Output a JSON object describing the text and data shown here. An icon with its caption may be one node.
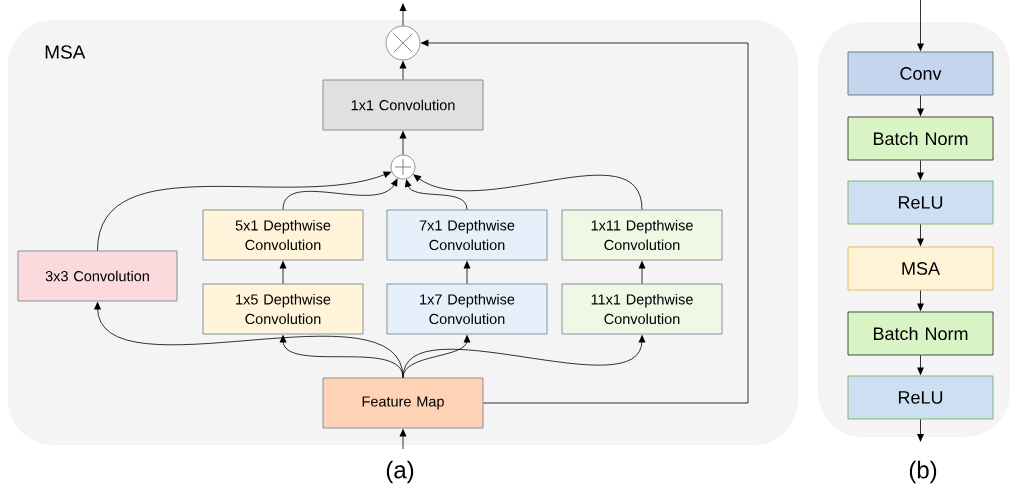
{
  "diagram": {
    "nodes": [
      {
        "text": [
          "MSA"
        ]
      },
      {
        "text": [],
        "shape": "circle",
        "in": 0
      },
      {
        "text": [
          "1x1 Convolution"
        ],
        "in": 0
      },
      {
        "text": [],
        "shape": "circle",
        "in": 0
      },
      {
        "text": [
          "3x3 Convolution"
        ],
        "in": 0
      },
      {
        "text": [
          "5x1 Depthwise Convolution"
        ],
        "in": 0
      },
      {
        "text": [
          "7x1 Depthwise Convolution"
        ],
        "in": 0
      },
      {
        "text": [
          "1x11 Depthwise Convolution"
        ],
        "in": 0
      },
      {
        "text": [
          "1x5 Depthwise Convolution"
        ],
        "in": 0
      },
      {
        "text": [
          "1x7 Depthwise Convolution"
        ],
        "in": 0
      },
      {
        "text": [
          "11x1 Depthwise Convolution"
        ],
        "in": 0
      },
      {
        "text": [
          "Feature Map"
        ],
        "in": 0
      },
      {
        "text": [],
        "shape": "box"
      },
      {
        "text": [
          "Conv"
        ],
        "in": 12
      },
      {
        "text": [
          "Batch Norm"
        ],
        "in": 12
      },
      {
        "text": [
          "ReLU"
        ],
        "in": 12
      },
      {
        "text": [
          "MSA"
        ],
        "in": 12
      },
      {
        "text": [
          "Batch Norm"
        ],
        "in": 12
      },
      {
        "text": [
          "ReLU"
        ],
        "in": 12
      }
    ],
    "edges": [
      {
        "from": 1,
        "to": null,
        "arrow": "to"
      },
      {
        "from": 2,
        "to": 1,
        "arrow": "to"
      },
      {
        "from": 3,
        "to": 2,
        "arrow": "to"
      },
      {
        "from": 4,
        "to": 3,
        "arrow": "to"
      },
      {
        "from": 5,
        "to": 3,
        "arrow": "to"
      },
      {
        "from": 6,
        "to": 3,
        "arrow": "to"
      },
      {
        "from": 7,
        "to": 3,
        "arrow": "to"
      },
      {
        "from": 8,
        "to": 5,
        "arrow": "to"
      },
      {
        "from": 9,
        "to": 6,
        "arrow": "to"
      },
      {
        "from": 10,
        "to": 7,
        "arrow": "to"
      },
      {
        "from": 11,
        "to": 4,
        "arrow": "to"
      },
      {
        "from": 11,
        "to": 8,
        "arrow": "to"
      },
      {
        "from": 11,
        "to": 9,
        "arrow": "to"
      },
      {
        "from": 11,
        "to": 10,
        "arrow": "to"
      },
      {
        "from": 11,
        "to": 1,
        "arrow": "to"
      },
      {
        "from": null,
        "to": 11,
        "arrow": "to"
      },
      {
        "from": null,
        "to": 13,
        "arrow": "to"
      },
      {
        "from": 13,
        "to": 14,
        "arrow": "to"
      },
      {
        "from": 14,
        "to": 15,
        "arrow": "to"
      },
      {
        "from": 15,
        "to": 16,
        "arrow": "to"
      },
      {
        "from": 16,
        "to": 17,
        "arrow": "to"
      },
      {
        "from": 17,
        "to": 18,
        "arrow": "to"
      },
      {
        "from": 18,
        "to": null,
        "arrow": "to"
      }
    ],
    "labels": [
      "(a)",
      "(b)"
    ]
  }
}
